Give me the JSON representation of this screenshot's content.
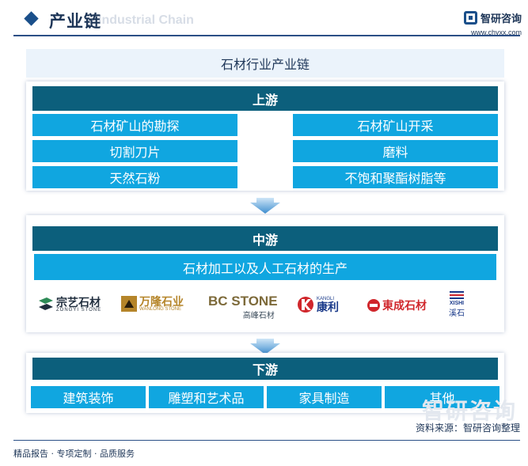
{
  "header": {
    "title": "产业链",
    "ghost_text": "Industrial Chain",
    "brand_name": "智研咨询",
    "brand_url": "www.chyxx.com"
  },
  "banner": {
    "title": "石材行业产业链"
  },
  "upstream": {
    "title": "上游",
    "left": [
      "石材矿山的勘探",
      "切割刀片",
      "天然石粉"
    ],
    "right": [
      "石材矿山开采",
      "磨料",
      "不饱和聚酯树脂等"
    ]
  },
  "midstream": {
    "title": "中游",
    "subtitle": "石材加工以及人工石材的生产",
    "logos": [
      {
        "cn": "宗艺石材",
        "en": "ZONGYI STONE",
        "color": "#1f2d3d"
      },
      {
        "cn": "万隆石业",
        "en": "WANLONG STONE",
        "color": "#b5852a"
      },
      {
        "cn": "高峰石材",
        "en": "BC STONE",
        "color": "#3d4d5c"
      },
      {
        "cn": "康利",
        "en": "KANGLI",
        "color": "#1a3a8a"
      },
      {
        "cn": "東成石材",
        "en": "",
        "color": "#d0262b"
      },
      {
        "cn": "溪石",
        "en": "XISHI",
        "color": "#1a3a8a"
      }
    ]
  },
  "downstream": {
    "title": "下游",
    "items": [
      "建筑装饰",
      "雕塑和艺术品",
      "家具制造",
      "其他"
    ]
  },
  "footer": {
    "left": "精品报告 · 专项定制 · 品质服务",
    "source": "资料来源：智研咨询整理",
    "watermark": "智研咨询"
  },
  "colors": {
    "dark_bar": "#0c5f7c",
    "cell": "#10a6e0",
    "accent": "#2b4f86"
  }
}
